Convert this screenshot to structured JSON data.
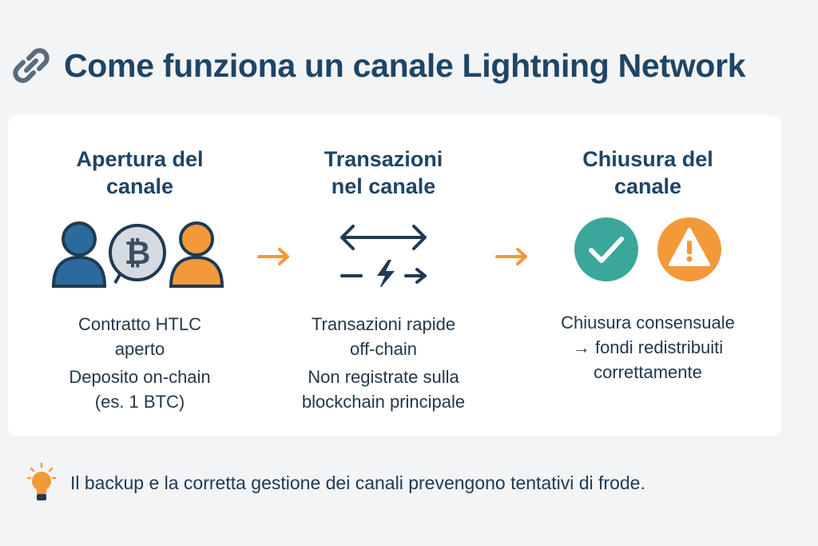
{
  "header": {
    "title": "Come funziona un canale Lightning Network",
    "icon": "link-icon"
  },
  "steps": [
    {
      "title_line1": "Apertura del",
      "title_line2": "canale",
      "icons": [
        "user-icon",
        "bitcoin-icon",
        "user-icon"
      ],
      "desc_line1": "Contratto HTLC",
      "desc_line2": "aperto",
      "desc_line3": "Deposito on-chain",
      "desc_line4": "(es. 1 BTC)"
    },
    {
      "title_line1": "Transazioni",
      "title_line2": "nel canale",
      "icons": [
        "bidirectional-arrows-icon",
        "lightning-bolt-icon"
      ],
      "desc_line1": "Transazioni rapide",
      "desc_line2": "off-chain",
      "desc_line3": "Non registrate sulla",
      "desc_line4": "blockchain principale"
    },
    {
      "title_line1": "Chiusura del",
      "title_line2": "canale",
      "icons": [
        "check-icon",
        "warning-icon"
      ],
      "desc_line1": "Chiusura consensuale",
      "desc_line2": "→ fondi redistribuiti",
      "desc_line3": "correttamente"
    }
  ],
  "connectors": [
    "arrow-right-icon",
    "arrow-right-icon"
  ],
  "footer": {
    "icon": "lightbulb-icon",
    "text": "Il backup e la corretta gestione dei canali prevengono tentativi di frode."
  },
  "colors": {
    "navy": "#1f4565",
    "blue": "#2b6a9c",
    "orange": "#f3993a",
    "teal": "#3aa79a",
    "background": "#f2f4f6",
    "card": "#ffffff"
  }
}
